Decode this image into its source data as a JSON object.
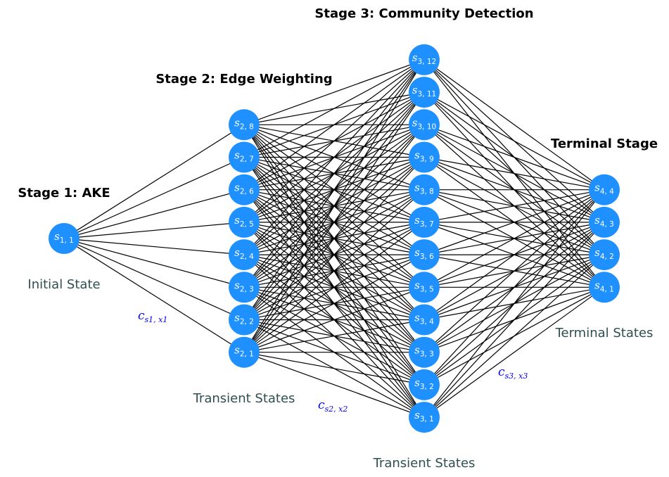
{
  "colors": {
    "node_fill": "#1e90ff",
    "node_text": "#ffffff",
    "edge": "#000000",
    "stage_title": "#000000",
    "state_caption": "#2f4f4f",
    "cost_label": "#0000ff"
  },
  "stages": {
    "stage1": "Stage 1: AKE",
    "stage2": "Stage 2: Edge Weighting",
    "stage3": "Stage 3: Community Detection",
    "stage4": "Terminal Stage"
  },
  "captions": {
    "layer1": "Initial State",
    "layer2": "Transient States",
    "layer3": "Transient States",
    "layer4": "Terminal States"
  },
  "cost_labels": {
    "c1": {
      "main": "c",
      "sub": "s1, x1"
    },
    "c2": {
      "main": "c",
      "sub": "s2, x2"
    },
    "c3": {
      "main": "c",
      "sub": "s3, x3"
    }
  },
  "layers": [
    {
      "nodes": [
        "s1,1"
      ]
    },
    {
      "nodes": [
        "s2,1",
        "s2,2",
        "s2,3",
        "s2,4",
        "s2,5",
        "s2,6",
        "s2,7",
        "s2,8"
      ]
    },
    {
      "nodes": [
        "s3,1",
        "s3,2",
        "s3,3",
        "s3,4",
        "s3,5",
        "s3,6",
        "s3,7",
        "s3,8",
        "s3,9",
        "s3,10",
        "s3,11",
        "s3,12"
      ]
    },
    {
      "nodes": [
        "s4,1",
        "s4,2",
        "s4,3",
        "s4,4"
      ]
    }
  ],
  "edges": "fully connected between consecutive layers"
}
